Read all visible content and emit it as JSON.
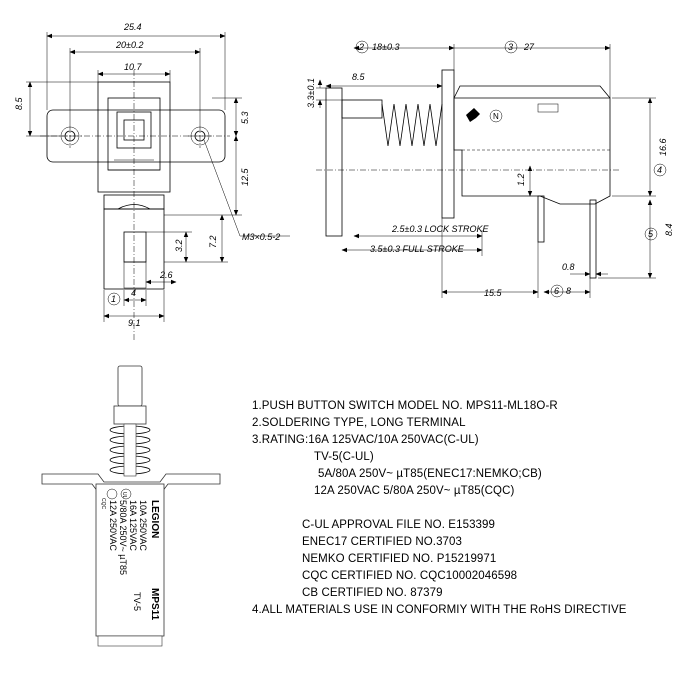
{
  "dimensions": {
    "front": {
      "overall_width": "25.4",
      "hole_spacing": "20±0.2",
      "button_width": "10.7",
      "flange_height": "8.5",
      "button_offset": "5.3",
      "body_height": "12.5",
      "terminal_length": "7.2",
      "terminal_slot": "3.2",
      "terminal_tip": "2.6",
      "terminal_width": "4",
      "terminal_total_width": "9.1",
      "screw": "M3×0.5-2",
      "callout_1": "1"
    },
    "side": {
      "callout_2": "2",
      "plunger_to_flange": "18±0.3",
      "callout_3": "3",
      "body_length": "27",
      "plunger_top": "3.3±0.1",
      "plunger_length": "8.5",
      "callout_4": "4",
      "body_height": "16.6",
      "callout_5": "5",
      "terminal_length": "8.4",
      "terminal_offset": "1.2",
      "lock_stroke": "2.5±0.3 LOCK STROKE",
      "full_stroke": "3.5±0.3 FULL STROKE",
      "terminal_thickness": "0.8",
      "terminal_position": "15.5",
      "callout_6": "6",
      "terminal_pitch": "8",
      "marking_n": "N"
    }
  },
  "product_label": {
    "brand": "LEGION",
    "model": "MPS11",
    "tv_rating": "TV-5",
    "rating_1": "10A 250VAC",
    "rating_2": "16A 125VAC",
    "rating_3": "5/80A 250V~ µT85",
    "rating_4": "12A 250VAC",
    "mark_cqc": "CQC",
    "mark_ul": "UL"
  },
  "notes": {
    "line1": "1.PUSH BUTTON SWITCH MODEL NO. MPS11-ML18O-R",
    "line2": "2.SOLDERING TYPE, LONG TERMINAL",
    "line3": "3.RATING:16A 125VAC/10A 250VAC(C-UL)",
    "line4": "TV-5(C-UL)",
    "line5": "5A/80A 250V~ µT85(ENEC17:NEMKO;CB)",
    "line6": "12A 250VAC 5/80A 250V~ µT85(CQC)",
    "line7": "C-UL APPROVAL FILE NO. E153399",
    "line8": "ENEC17 CERTIFIED NO.3703",
    "line9": "NEMKO CERTIFIED NO. P15219971",
    "line10": "CQC CERTIFIED NO. CQC10002046598",
    "line11": "CB CERTIFIED NO. 87379",
    "line12": "4.ALL MATERIALS USE IN CONFORMIY  WITH THE RoHS DIRECTIVE"
  }
}
